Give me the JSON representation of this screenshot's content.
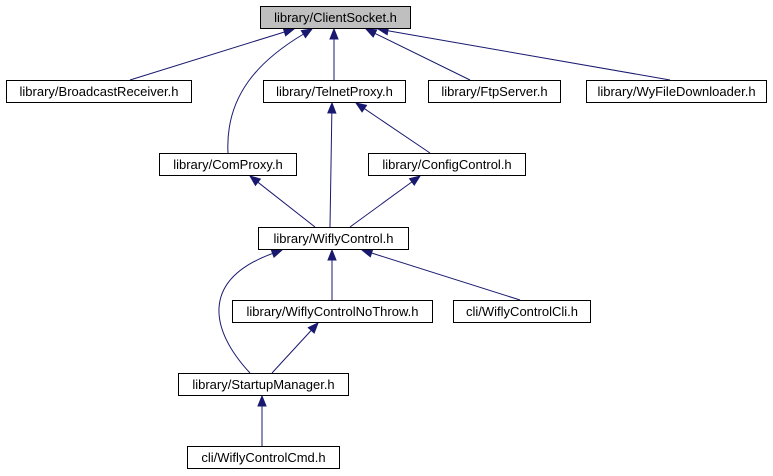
{
  "diagram": {
    "colors": {
      "edge": "#191970",
      "node_border": "#000000",
      "root_fill": "#bfbfbf",
      "node_fill": "#ffffff"
    },
    "nodes": [
      {
        "id": "client_socket",
        "label": "library/ClientSocket.h",
        "highlighted": true
      },
      {
        "id": "broadcast_receiver",
        "label": "library/BroadcastReceiver.h"
      },
      {
        "id": "telnet_proxy",
        "label": "library/TelnetProxy.h"
      },
      {
        "id": "ftp_server",
        "label": "library/FtpServer.h"
      },
      {
        "id": "wy_file_downloader",
        "label": "library/WyFileDownloader.h"
      },
      {
        "id": "com_proxy",
        "label": "library/ComProxy.h"
      },
      {
        "id": "config_control",
        "label": "library/ConfigControl.h"
      },
      {
        "id": "wifly_control",
        "label": "library/WiflyControl.h"
      },
      {
        "id": "wifly_control_no_throw",
        "label": "library/WiflyControlNoThrow.h"
      },
      {
        "id": "wifly_control_cli",
        "label": "cli/WiflyControlCli.h"
      },
      {
        "id": "startup_manager",
        "label": "library/StartupManager.h"
      },
      {
        "id": "wifly_control_cmd",
        "label": "cli/WiflyControlCmd.h"
      }
    ],
    "edges": [
      {
        "from": "broadcast_receiver",
        "to": "client_socket"
      },
      {
        "from": "com_proxy",
        "to": "client_socket"
      },
      {
        "from": "telnet_proxy",
        "to": "client_socket"
      },
      {
        "from": "ftp_server",
        "to": "client_socket"
      },
      {
        "from": "wy_file_downloader",
        "to": "client_socket"
      },
      {
        "from": "wifly_control",
        "to": "telnet_proxy"
      },
      {
        "from": "config_control",
        "to": "telnet_proxy"
      },
      {
        "from": "wifly_control",
        "to": "com_proxy"
      },
      {
        "from": "wifly_control",
        "to": "config_control"
      },
      {
        "from": "wifly_control_no_throw",
        "to": "wifly_control"
      },
      {
        "from": "wifly_control_cli",
        "to": "wifly_control"
      },
      {
        "from": "startup_manager",
        "to": "wifly_control"
      },
      {
        "from": "startup_manager",
        "to": "wifly_control_no_throw"
      },
      {
        "from": "wifly_control_cmd",
        "to": "startup_manager"
      }
    ]
  }
}
